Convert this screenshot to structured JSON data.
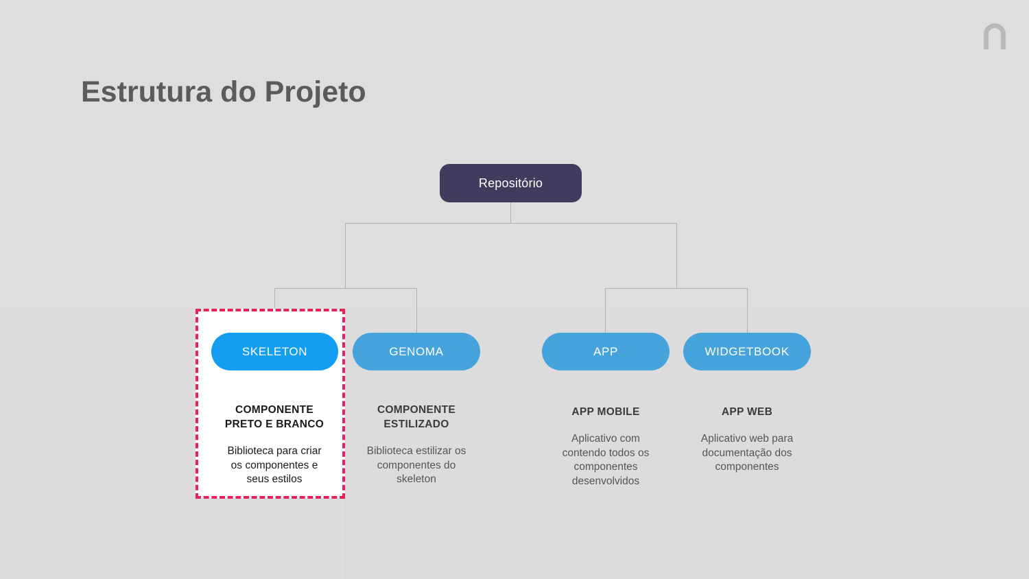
{
  "slide": {
    "title": "Estrutura do Projeto",
    "background_color": "#dedede",
    "logo_icon": "arch-n-logo-icon"
  },
  "diagram": {
    "type": "tree",
    "root": {
      "id": "repositorio",
      "label": "Repositório",
      "color": "#413c5e",
      "text_color": "#ffffff"
    },
    "children": [
      {
        "id": "skeleton",
        "label": "SKELETON",
        "color": "#139ef2",
        "text_color": "#ffffff",
        "caption": "COMPONENTE PRETO E BRANCO",
        "caption_line1": "COMPONENTE",
        "caption_line2": "PRETO E BRANCO",
        "description": "Biblioteca para criar os componentes e seus estilos",
        "description_line1": "Biblioteca para criar",
        "description_line2": "os componentes e",
        "description_line3": "seus estilos",
        "highlighted": true,
        "highlight_color": "#e8215a"
      },
      {
        "id": "genoma",
        "label": "GENOMA",
        "color": "#46a3dc",
        "text_color": "#ffffff",
        "caption": "COMPONENTE ESTILIZADO",
        "caption_line1": "COMPONENTE",
        "caption_line2": "ESTILIZADO",
        "description": "Biblioteca estilizar os componentes do skeleton",
        "description_line1": "Biblioteca estilizar os",
        "description_line2": "componentes do",
        "description_line3": "skeleton",
        "highlighted": false
      },
      {
        "id": "app",
        "label": "APP",
        "color": "#46a3dc",
        "text_color": "#ffffff",
        "caption": "APP MOBILE",
        "caption_line1": "APP MOBILE",
        "caption_line2": "",
        "description": "Aplicativo com contendo todos os componentes desenvolvidos",
        "description_line1": "Aplicativo com",
        "description_line2": "contendo todos os",
        "description_line3": "componentes",
        "description_line4": "desenvolvidos",
        "highlighted": false
      },
      {
        "id": "widgetbook",
        "label": "WIDGETBOOK",
        "color": "#46a3dc",
        "text_color": "#ffffff",
        "caption": "APP WEB",
        "caption_line1": "APP WEB",
        "caption_line2": "",
        "description": "Aplicativo web para documentação dos componentes",
        "description_line1": "Aplicativo web para",
        "description_line2": "documentação dos",
        "description_line3": "componentes",
        "highlighted": false
      }
    ],
    "connector_color": "#b1b1b1"
  }
}
